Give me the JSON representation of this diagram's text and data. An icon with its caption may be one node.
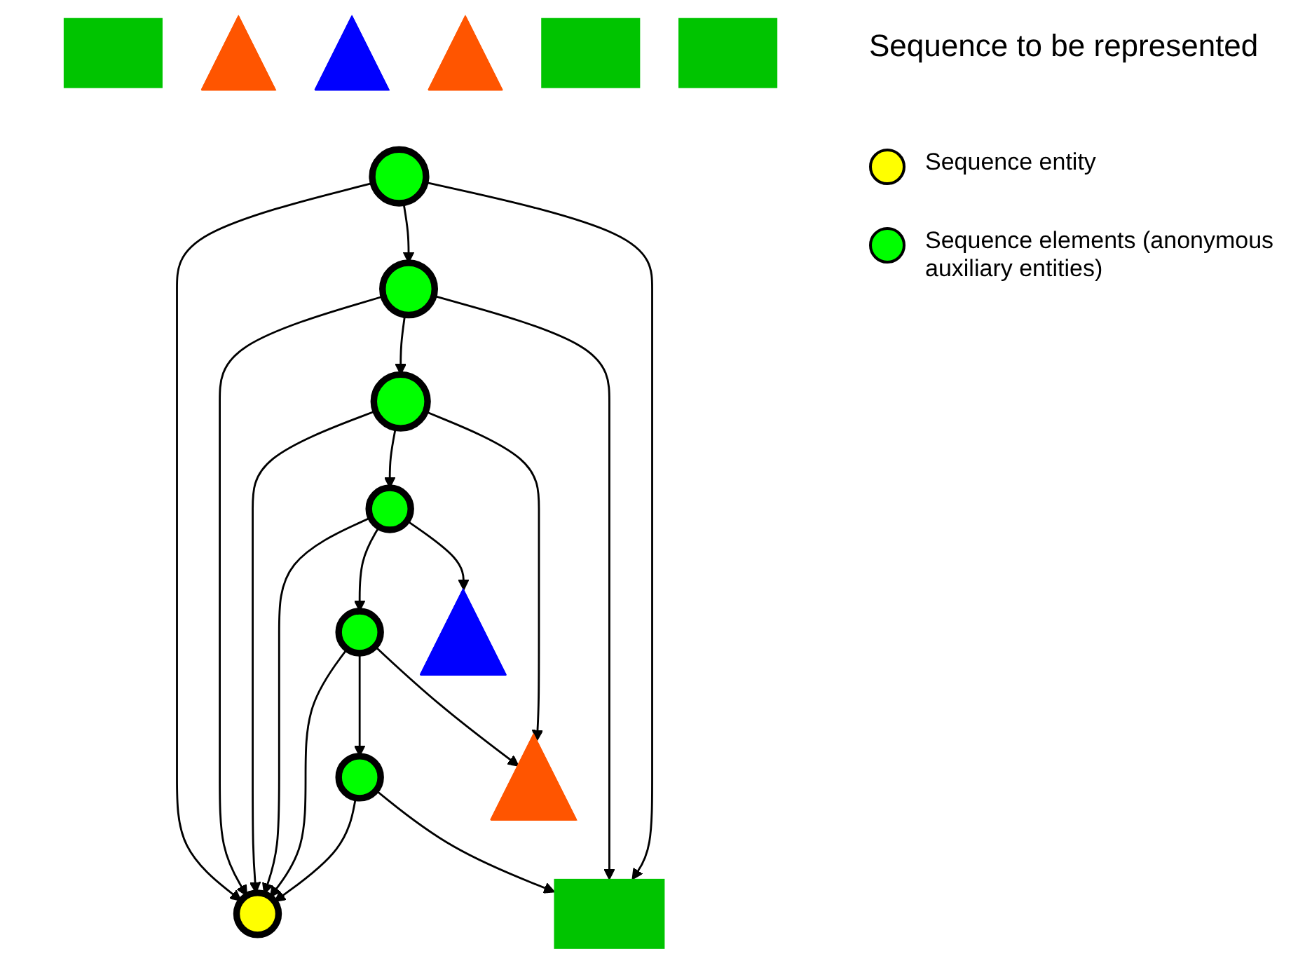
{
  "diagram": {
    "nodes": [
      {
        "text": [],
        "shape": "box"
      },
      {
        "text": [],
        "shape": "triangle"
      },
      {
        "text": [],
        "shape": "triangle"
      },
      {
        "text": [],
        "shape": "triangle"
      },
      {
        "text": [],
        "shape": "box"
      },
      {
        "text": [],
        "shape": "box"
      },
      {
        "text": [],
        "shape": "circle"
      },
      {
        "text": [],
        "shape": "circle"
      },
      {
        "text": [],
        "shape": "circle"
      },
      {
        "text": [],
        "shape": "circle"
      },
      {
        "text": [],
        "shape": "circle"
      },
      {
        "text": [],
        "shape": "circle"
      },
      {
        "text": [],
        "shape": "circle"
      },
      {
        "text": [],
        "shape": "triangle"
      },
      {
        "text": [],
        "shape": "triangle"
      },
      {
        "text": [],
        "shape": "box"
      }
    ],
    "edges": [
      {
        "from": 7,
        "to": 6,
        "arrow": "to"
      },
      {
        "from": 8,
        "to": 6,
        "arrow": "to"
      },
      {
        "from": 9,
        "to": 6,
        "arrow": "to"
      },
      {
        "from": 10,
        "to": 6,
        "arrow": "to"
      },
      {
        "from": 11,
        "to": 6,
        "arrow": "to"
      },
      {
        "from": 12,
        "to": 6,
        "arrow": "to"
      },
      {
        "from": 8,
        "to": 7,
        "arrow": "to"
      },
      {
        "from": 9,
        "to": 8,
        "arrow": "to"
      },
      {
        "from": 10,
        "to": 9,
        "arrow": "to"
      },
      {
        "from": 11,
        "to": 10,
        "arrow": "to"
      },
      {
        "from": 12,
        "to": 11,
        "arrow": "to"
      },
      {
        "from": 7,
        "to": 15,
        "arrow": "to"
      },
      {
        "from": 8,
        "to": 13,
        "arrow": "to"
      },
      {
        "from": 9,
        "to": 14,
        "arrow": "to"
      },
      {
        "from": 10,
        "to": 13,
        "arrow": "to"
      },
      {
        "from": 11,
        "to": 15,
        "arrow": "to"
      },
      {
        "from": 12,
        "to": 15,
        "arrow": "to"
      }
    ],
    "labels": [
      "Sequence to be represented"
    ],
    "legend": [
      {
        "text": "Sequence entity",
        "color": "#ffff00"
      },
      {
        "text": "Sequence elements (anonymous auxiliary entities)",
        "color": "#00ff00"
      }
    ]
  }
}
